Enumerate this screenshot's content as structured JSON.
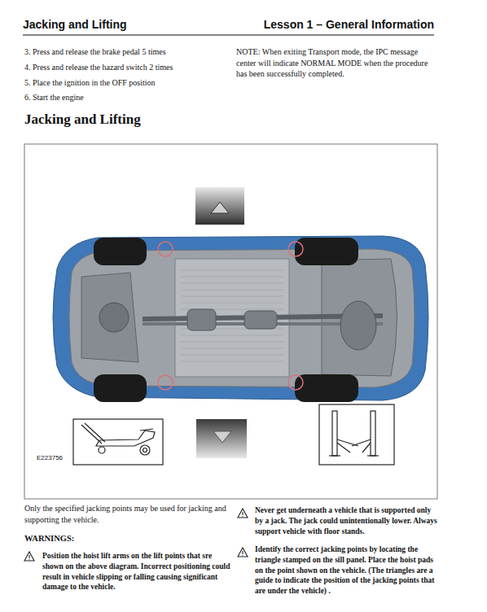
{
  "diagram": {
    "title": "Jacking and Lifting",
    "labels": [
      "Jacking and Lifting",
      "Lesson 1 – General Information",
      "3. Press and release the brake pedal 5 times",
      "4. Press and release the hazard switch 2 times",
      "5. Place the ignition in the OFF position",
      "6. Start the engine",
      "NOTE: When exiting Transport mode, the IPC message center will indicate NORMAL MODE when the procedure has been successfully completed.",
      "E223756",
      "Only the specified jacking points may be used for jacking and supporting the vehicle.",
      "WARNINGS:",
      "Position the hoist lift arms on the lift points that sre shown on the above diagram. Incorrect positioning could result in vehicle slipping or falling causing significant damage to the vehicle.",
      "Never get underneath a vehicle that is supported only by a jack. The jack could unintentionally lower. Always support vehicle with floor stands.",
      "Identify the correct jacking points by locating the triangle stamped on the sill panel. Place the hoist pads on the point shown on the vehicle. (The triangles are a guide to indicate the position of the jacking points that are under the vehicle) ."
    ]
  }
}
